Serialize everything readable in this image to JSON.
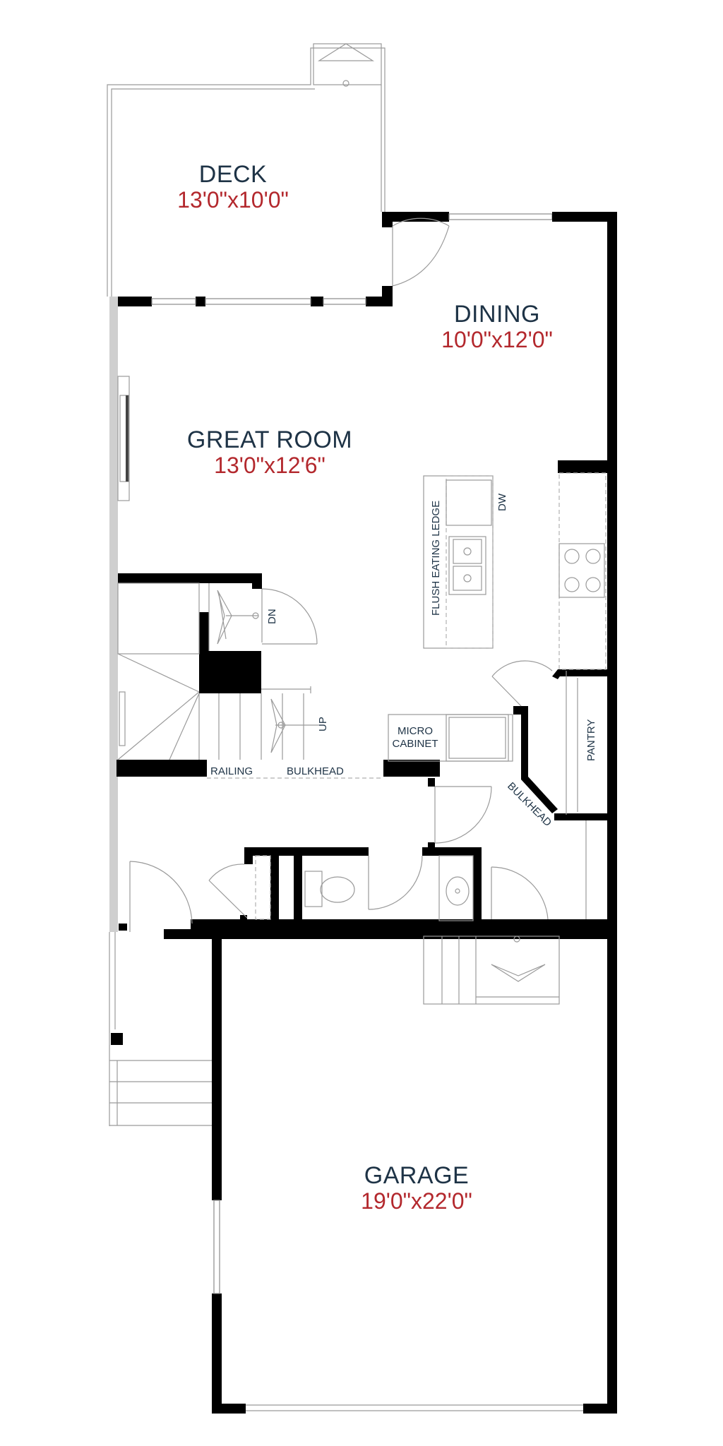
{
  "rooms": {
    "deck": {
      "name": "DECK",
      "dimensions": "13'0\"x10'0\""
    },
    "dining": {
      "name": "DINING",
      "dimensions": "10'0\"x12'0\""
    },
    "great_room": {
      "name": "GREAT ROOM",
      "dimensions": "13'0\"x12'6\""
    },
    "garage": {
      "name": "GARAGE",
      "dimensions": "19'0\"x22'0\""
    }
  },
  "labels": {
    "dishwasher": "DW",
    "island_ledge": "FLUSH EATING LEDGE",
    "stairs_down": "DN",
    "stairs_up": "UP",
    "micro_line1": "MICRO",
    "micro_line2": "CABINET",
    "pantry": "PANTRY",
    "bulkhead_angled": "BULKHEAD",
    "railing": "RAILING",
    "bulkhead": "BULKHEAD"
  },
  "colors": {
    "room_name": "#1e3346",
    "room_dimensions": "#b3282d",
    "walls": "#000000"
  }
}
